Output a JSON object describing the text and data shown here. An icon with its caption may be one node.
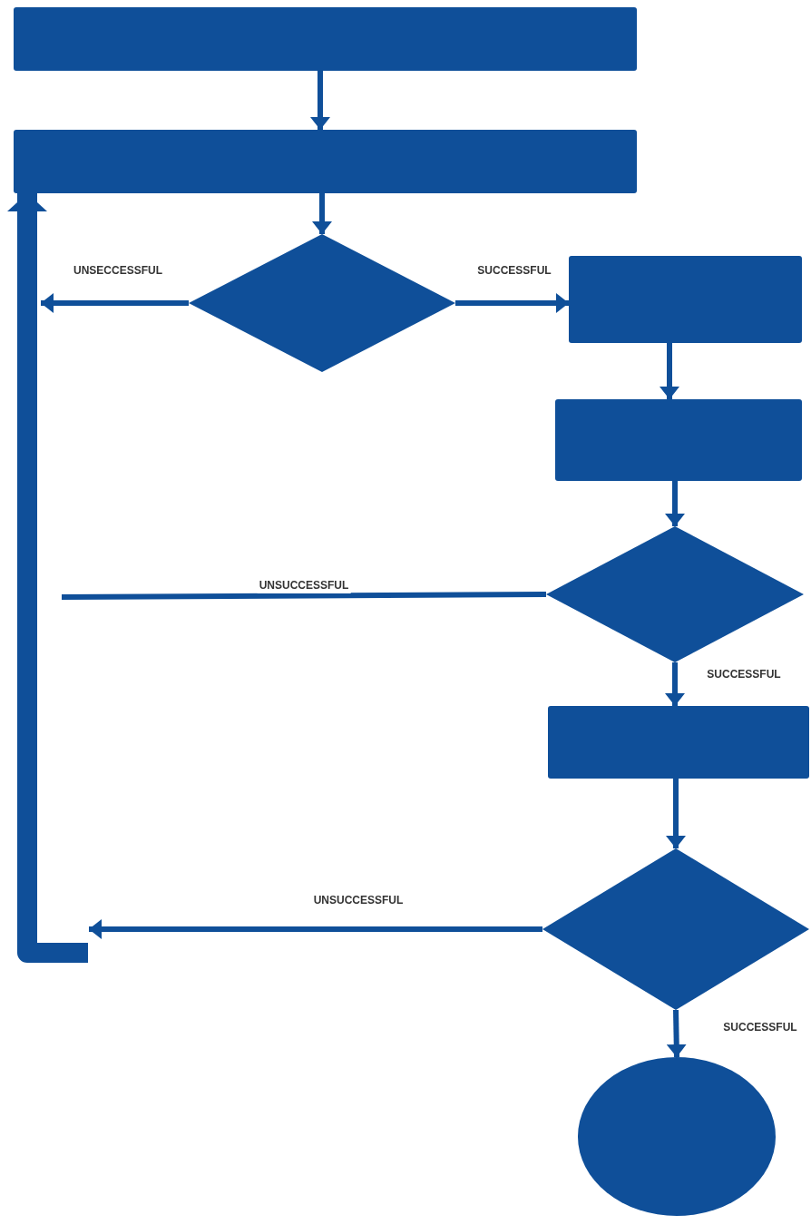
{
  "diagram": {
    "nodes": [
      {
        "text": [],
        "shape": "box"
      },
      {
        "text": [],
        "shape": "box"
      },
      {
        "text": [],
        "shape": "diamond"
      },
      {
        "text": [],
        "shape": "box"
      },
      {
        "text": [],
        "shape": "box"
      },
      {
        "text": [],
        "shape": "diamond"
      },
      {
        "text": [],
        "shape": "box"
      },
      {
        "text": [],
        "shape": "diamond"
      },
      {
        "text": [],
        "shape": "ellipse"
      }
    ],
    "edges": [
      {
        "from": 0,
        "to": 1,
        "arrow": "to"
      },
      {
        "from": 1,
        "to": 2,
        "arrow": "to"
      },
      {
        "from": 2,
        "to": 3,
        "arrow": "to",
        "label": "SUCCESSFUL"
      },
      {
        "from": 2,
        "to": null,
        "arrow": "to",
        "label": "UNSECCESSFUL"
      },
      {
        "from": 3,
        "to": 4,
        "arrow": "to"
      },
      {
        "from": 4,
        "to": 5,
        "arrow": "to"
      },
      {
        "from": 5,
        "to": null,
        "arrow": "none",
        "label": "UNSUCCESSFUL"
      },
      {
        "from": 5,
        "to": 6,
        "arrow": "to",
        "label": "SUCCESSFUL"
      },
      {
        "from": 6,
        "to": 7,
        "arrow": "to"
      },
      {
        "from": 7,
        "to": null,
        "arrow": "to",
        "label": "UNSUCCESSFUL"
      },
      {
        "from": null,
        "to": 1,
        "arrow": "to",
        "style": "thick"
      },
      {
        "from": 7,
        "to": 8,
        "arrow": "to",
        "label": "SUCCESSFUL"
      }
    ]
  }
}
